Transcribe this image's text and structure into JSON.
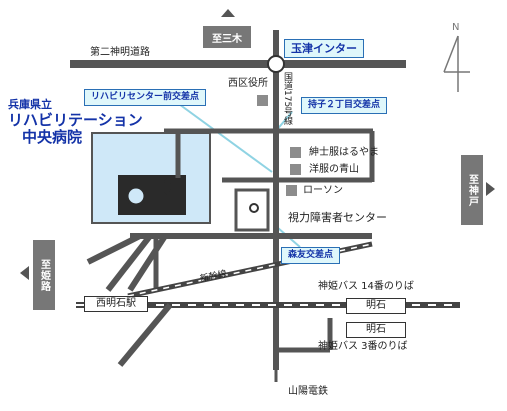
{
  "directions": {
    "north": "至三木",
    "east": "至神戸",
    "west": "至姫路"
  },
  "compass": {
    "label": "N"
  },
  "roads": {
    "second_meishin": "第二神明道路",
    "route175": "国道175号線",
    "shinkansen": "新幹線"
  },
  "hospital": {
    "line1": "兵庫県立",
    "line2": "リハビリテーション",
    "line3": "中央病院"
  },
  "callouts": {
    "tamatsu_ic": "玉津インター",
    "rehab_center_intersection": "リハビリセンター前交差点",
    "mochiko_2chome": "持子２丁目交差点",
    "morito_intersection": "森友交差点"
  },
  "landmarks": {
    "nishi_ward_office": "西区役所",
    "kimono_haruyama": "紳士服はるやま",
    "clothing_aoyama": "洋服の青山",
    "lawson": "ローソン",
    "vision_center": "視力障害者センター"
  },
  "transit": {
    "nishi_akashi_station": "西明石駅",
    "bus_14": "神姫バス 14番のりば",
    "bus_3": "神姫バス 3番のりば",
    "akashi_top": "明石",
    "akashi_bottom": "明石",
    "sanyo_railway": "山陽電鉄"
  },
  "colors": {
    "road": "#555555",
    "highway": "#444444",
    "callout_border": "#2a6fb5",
    "callout_fill": "#dff7fb",
    "hospital_text": "#1433a8",
    "hospital_area": "#cfe8f8"
  }
}
